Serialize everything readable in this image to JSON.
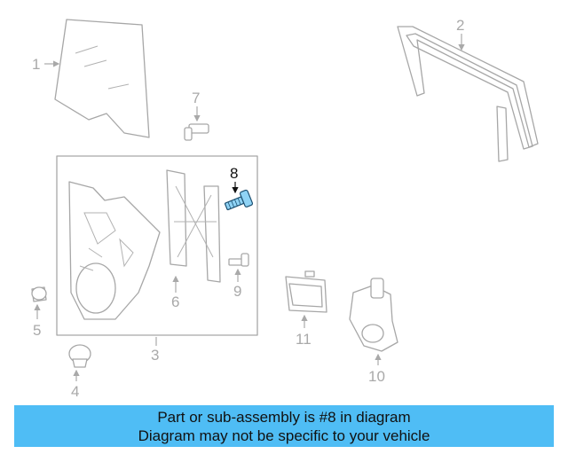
{
  "diagram": {
    "callouts": {
      "c1": "1",
      "c2": "2",
      "c3": "3",
      "c4": "4",
      "c5": "5",
      "c6": "6",
      "c7": "7",
      "c8": "8",
      "c9": "9",
      "c10": "10",
      "c11": "11"
    },
    "highlight_color": "#3aa6d9"
  },
  "banner": {
    "line1": "Part or sub-assembly is #8 in diagram",
    "line2": "Diagram may not be specific to your vehicle",
    "background": "#4fbdf5"
  }
}
